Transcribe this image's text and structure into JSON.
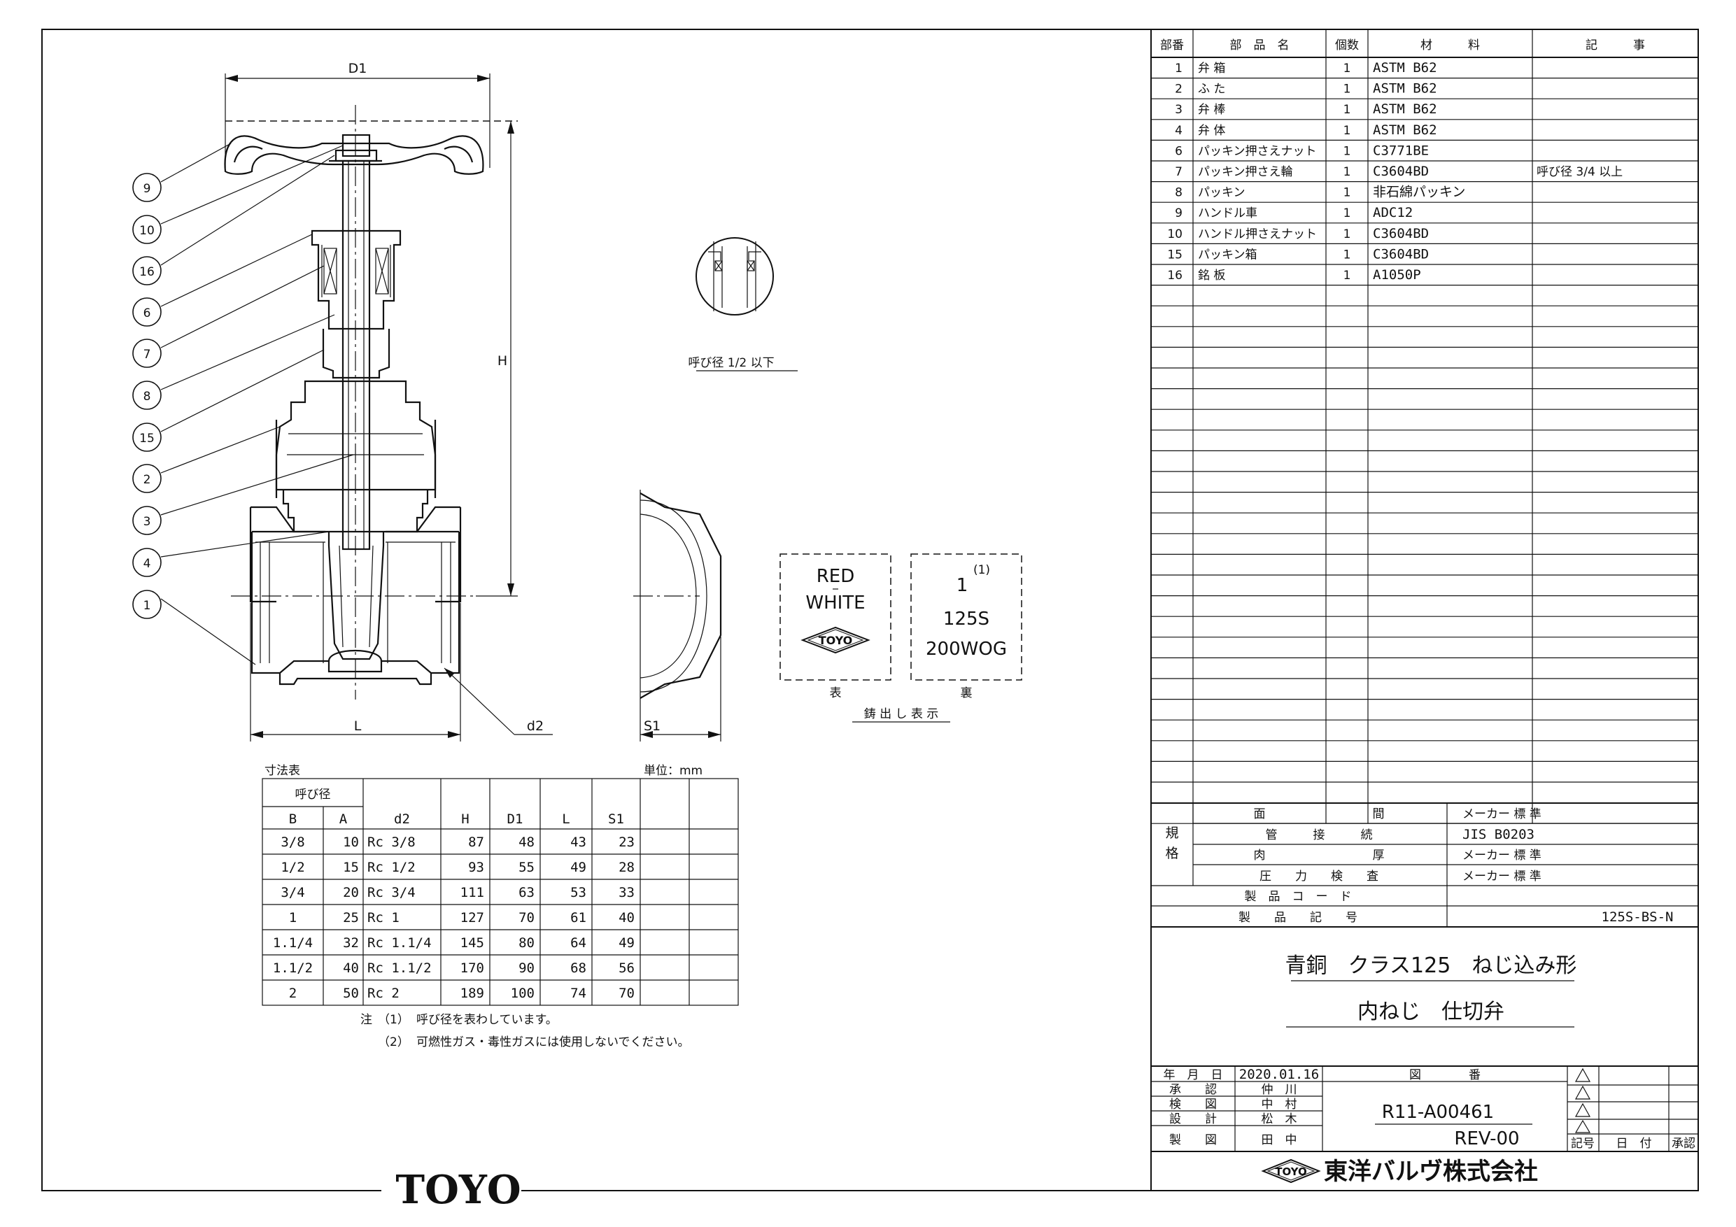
{
  "parts_table": {
    "headers": [
      "部番",
      "部　品　名",
      "個数",
      "材　　　料",
      "記　　　事"
    ],
    "rows": [
      [
        "1",
        "弁 箱",
        "1",
        "ASTM B62",
        ""
      ],
      [
        "2",
        "ふ た",
        "1",
        "ASTM B62",
        ""
      ],
      [
        "3",
        "弁 棒",
        "1",
        "ASTM B62",
        ""
      ],
      [
        "4",
        "弁 体",
        "1",
        "ASTM B62",
        ""
      ],
      [
        "6",
        "パッキン押さえナット",
        "1",
        "C3771BE",
        ""
      ],
      [
        "7",
        "パッキン押さえ輪",
        "1",
        "C3604BD",
        "呼び径 3/4 以上"
      ],
      [
        "8",
        "パッキン",
        "1",
        "非石綿パッキン",
        ""
      ],
      [
        "9",
        "ハンドル車",
        "1",
        "ADC12",
        ""
      ],
      [
        "10",
        "ハンドル押さえナット",
        "1",
        "C3604BD",
        ""
      ],
      [
        "15",
        "パッキン箱",
        "1",
        "C3604BD",
        ""
      ],
      [
        "16",
        "銘 板",
        "1",
        "A1050P",
        ""
      ]
    ]
  },
  "standards": {
    "side_label_1": "規",
    "side_label_2": "格",
    "rows": [
      {
        "label": "面　　　　　　　　　間",
        "value": "メーカー 標 準"
      },
      {
        "label": "管　　　接　　　続",
        "value": "JIS B0203"
      },
      {
        "label": "肉　　　　　　　　　厚",
        "value": "メーカー 標 準"
      },
      {
        "label": "圧　　力　　検　　査",
        "value": "メーカー 標 準"
      }
    ],
    "product_code_label": "製　品　コ　ー　ド",
    "product_code_value": "",
    "product_symbol_label": "製　　品　　記　　号",
    "product_symbol_value": "125S-BS-N"
  },
  "title": {
    "line1": "青銅　クラス125　ねじ込み形",
    "line2": "内ねじ　仕切弁"
  },
  "approval": {
    "date_label": "年　月　日",
    "date_value": "2020.01.16",
    "rows": [
      {
        "label": "承　　認",
        "name": "仲　川"
      },
      {
        "label": "検　　図",
        "name": "中　村"
      },
      {
        "label": "設　　計",
        "name": "松　木"
      },
      {
        "label": "製　　図",
        "name": "田　中"
      }
    ],
    "drawing_no_label": "図　　　　番",
    "drawing_no": "R11-A00461",
    "rev": "REV-00",
    "rev_headers": [
      "記号",
      "日　付",
      "承認"
    ]
  },
  "company": {
    "logo_text": "TOYO",
    "name": "東洋バルヴ株式会社"
  },
  "footer_logo": "TOYO",
  "dimension_table": {
    "caption": "寸法表",
    "unit": "単位：mm",
    "group_header": "呼び径",
    "headers": [
      "B",
      "A",
      "d2",
      "H",
      "D1",
      "L",
      "S1"
    ],
    "rows": [
      [
        "3/8",
        "10",
        "Rc 3/8",
        "87",
        "48",
        "43",
        "23"
      ],
      [
        "1/2",
        "15",
        "Rc 1/2",
        "93",
        "55",
        "49",
        "28"
      ],
      [
        "3/4",
        "20",
        "Rc 3/4",
        "111",
        "63",
        "53",
        "33"
      ],
      [
        "1",
        "25",
        "Rc 1",
        "127",
        "70",
        "61",
        "40"
      ],
      [
        "1.1/4",
        "32",
        "Rc 1.1/4",
        "145",
        "80",
        "64",
        "49"
      ],
      [
        "1.1/2",
        "40",
        "Rc 1.1/2",
        "170",
        "90",
        "68",
        "56"
      ],
      [
        "2",
        "50",
        "Rc 2",
        "189",
        "100",
        "74",
        "70"
      ]
    ]
  },
  "notes": {
    "prefix": "注",
    "items": [
      {
        "num": "（1）",
        "text": "呼び径を表わしています。"
      },
      {
        "num": "（2）",
        "text": "可燃性ガス・毒性ガスには使用しないでください。"
      }
    ]
  },
  "drawing": {
    "dim_D1": "D1",
    "dim_H": "H",
    "dim_L": "L",
    "dim_d2": "d2",
    "dim_S1": "S1",
    "balloons": [
      "9",
      "10",
      "16",
      "6",
      "7",
      "8",
      "15",
      "2",
      "3",
      "4",
      "1"
    ],
    "detail_caption": "呼び径 1/2 以下",
    "casting_front_line1": "RED",
    "casting_front_line2": "WHITE",
    "casting_front_logo": "TOYO",
    "casting_back_size": "1",
    "casting_back_note": "(1)",
    "casting_back_line2": "125S",
    "casting_back_line3": "200WOG",
    "front_label": "表",
    "back_label": "裏",
    "casting_caption": "鋳 出 し 表 示"
  }
}
